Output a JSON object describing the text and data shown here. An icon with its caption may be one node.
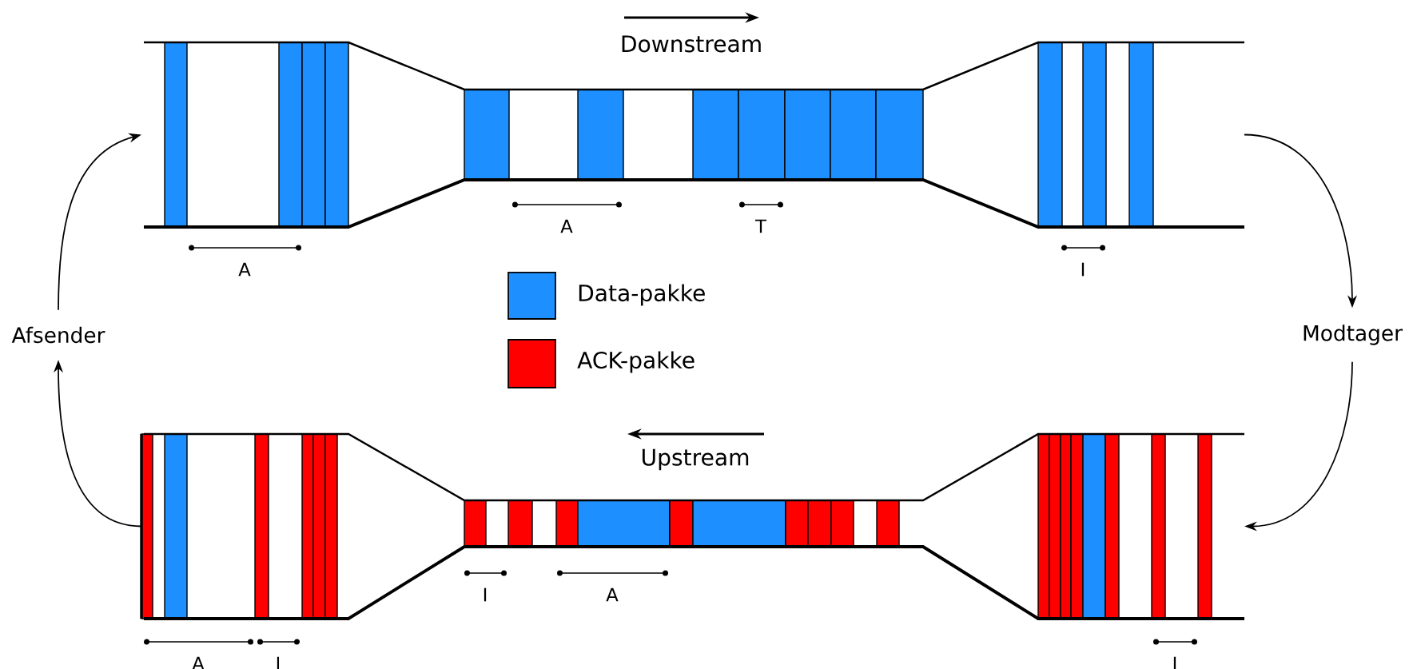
{
  "diagram": {
    "nodes": [
      {
        "text": [
          "Afsender"
        ]
      },
      {
        "text": [
          "Modtager"
        ]
      },
      {
        "text": [],
        "shape": "pipe"
      },
      {
        "text": [],
        "shape": "pipe"
      }
    ],
    "edges": [
      {
        "from": 0,
        "to": 2,
        "arrow": "to"
      },
      {
        "from": 2,
        "to": 1,
        "arrow": "to"
      },
      {
        "from": 1,
        "to": 3,
        "arrow": "to"
      },
      {
        "from": 3,
        "to": 0,
        "arrow": "to"
      }
    ],
    "labels": [
      "Downstream",
      "A",
      "T",
      "A",
      "I",
      "Upstream",
      "I",
      "A",
      "A",
      "I",
      "I"
    ],
    "legend": [
      {
        "text": "Data-pakke",
        "color": "#1e8fff"
      },
      {
        "text": "ACK-pakke",
        "color": "#ff0000"
      }
    ]
  }
}
